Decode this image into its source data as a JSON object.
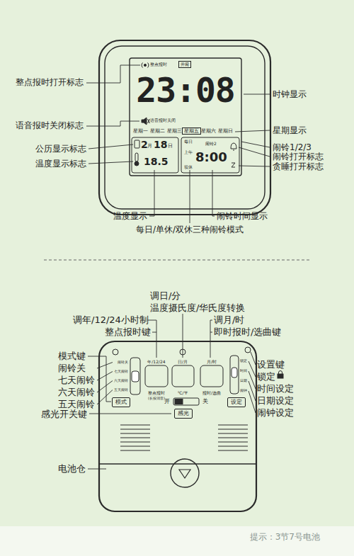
{
  "diagram": {
    "nodes": [
      {
        "text": [
          "开闹"
        ]
      },
      {
        "text": [
          "星期五"
        ]
      },
      {
        "text": [
          "模式"
        ]
      },
      {
        "text": [
          "感光"
        ]
      },
      {
        "text": [
          "设定"
        ]
      }
    ],
    "labels": [
      "整点报时打开标志",
      "语音报时关闭标志",
      "公历显示标志",
      "温度显示标志",
      "时钟显示",
      "星期显示",
      "闹铃1/2/3",
      "闹铃打开标志",
      "贪睡打开标志",
      "温度显示",
      "闹铃时间显示",
      "每日/单休/双休三种闹铃模式",
      "23:08",
      "整点报时",
      "语音报时关闭",
      "星期一",
      "星期二",
      "星期三",
      "星期六",
      "星期日",
      "2",
      "月",
      "18",
      "日",
      "18.5",
      "每日",
      "闹铃2",
      "上午",
      "8:00",
      "双休",
      "调日/分",
      "温度摄氏度/华氏度转换",
      "调年/12/24小时制",
      "整点报时键",
      "调月/时",
      "即时报时/选曲键",
      "模式键",
      "闹铃关",
      "七天闹铃",
      "六天闹铃",
      "五天闹铃",
      "感光开关键",
      "电池仓",
      "设置键",
      "锁定",
      "时间设定",
      "日期设定",
      "闹钟设定",
      "闹铃关",
      "七天闹铃",
      "六天闹铃",
      "五天闹铃",
      "年/12/24",
      "日/月",
      "月/时",
      "整点报时",
      "(长按消音)",
      "℃/℉",
      "报时/选曲",
      "开",
      "关",
      "锁定",
      "时间",
      "日期",
      "闹钟",
      "提示：3节7号电池"
    ]
  }
}
